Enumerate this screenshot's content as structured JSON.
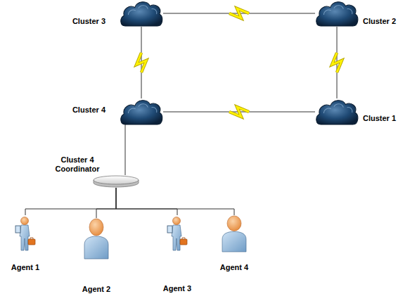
{
  "diagram": {
    "nodes": [
      {
        "text": [
          "Cluster 3"
        ]
      },
      {
        "text": [
          "Cluster 2"
        ]
      },
      {
        "text": [
          "Cluster 4"
        ]
      },
      {
        "text": [
          "Cluster 1"
        ]
      },
      {
        "text": [
          "Cluster 4 Coordinator"
        ]
      },
      {
        "text": [
          "Agent 1"
        ]
      },
      {
        "text": [
          "Agent 2"
        ]
      },
      {
        "text": [
          "Agent 3"
        ]
      },
      {
        "text": [
          "Agent 4"
        ]
      }
    ],
    "edges": [
      {
        "from": 0,
        "to": 1,
        "arrow": "none"
      },
      {
        "from": 1,
        "to": 3,
        "arrow": "none"
      },
      {
        "from": 0,
        "to": 2,
        "arrow": "none"
      },
      {
        "from": 2,
        "to": 3,
        "arrow": "none"
      },
      {
        "from": 2,
        "to": 4,
        "arrow": "none"
      },
      {
        "from": 4,
        "to": 5,
        "arrow": "none"
      },
      {
        "from": 4,
        "to": 6,
        "arrow": "none"
      },
      {
        "from": 4,
        "to": 7,
        "arrow": "none"
      },
      {
        "from": 4,
        "to": 8,
        "arrow": "none"
      }
    ]
  }
}
